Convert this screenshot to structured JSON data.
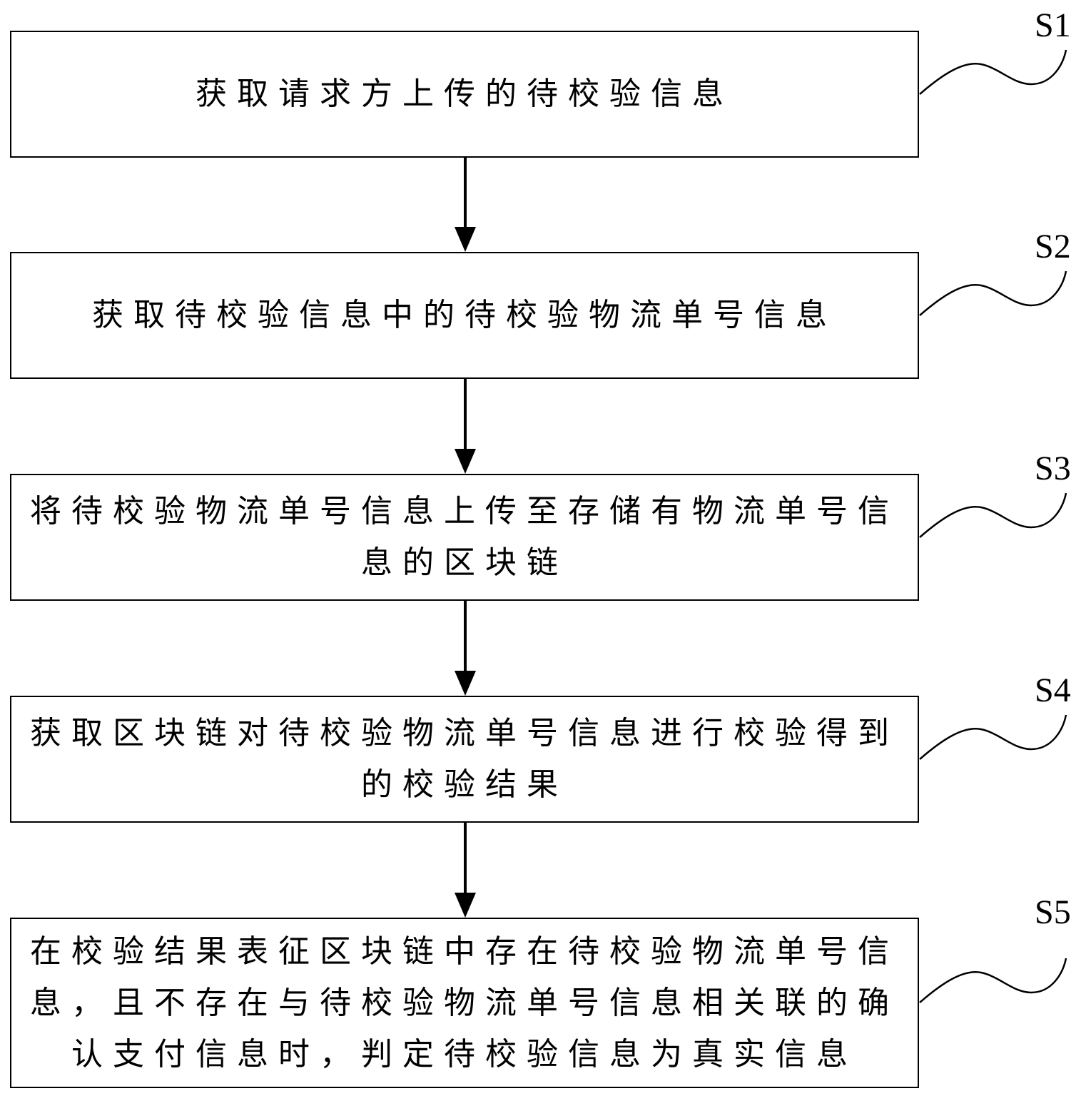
{
  "steps": [
    {
      "id": "S1",
      "text": "获取请求方上传的待校验信息"
    },
    {
      "id": "S2",
      "text": "获取待校验信息中的待校验物流单号信息"
    },
    {
      "id": "S3",
      "text": "将待校验物流单号信息上传至存储有物流单号信息的区块链"
    },
    {
      "id": "S4",
      "text": "获取区块链对待校验物流单号信息进行校验得到的校验结果"
    },
    {
      "id": "S5",
      "text": "在校验结果表征区块链中存在待校验物流单号信息，且不存在与待校验物流单号信息相关联的确认支付信息时，判定待校验信息为真实信息"
    }
  ]
}
